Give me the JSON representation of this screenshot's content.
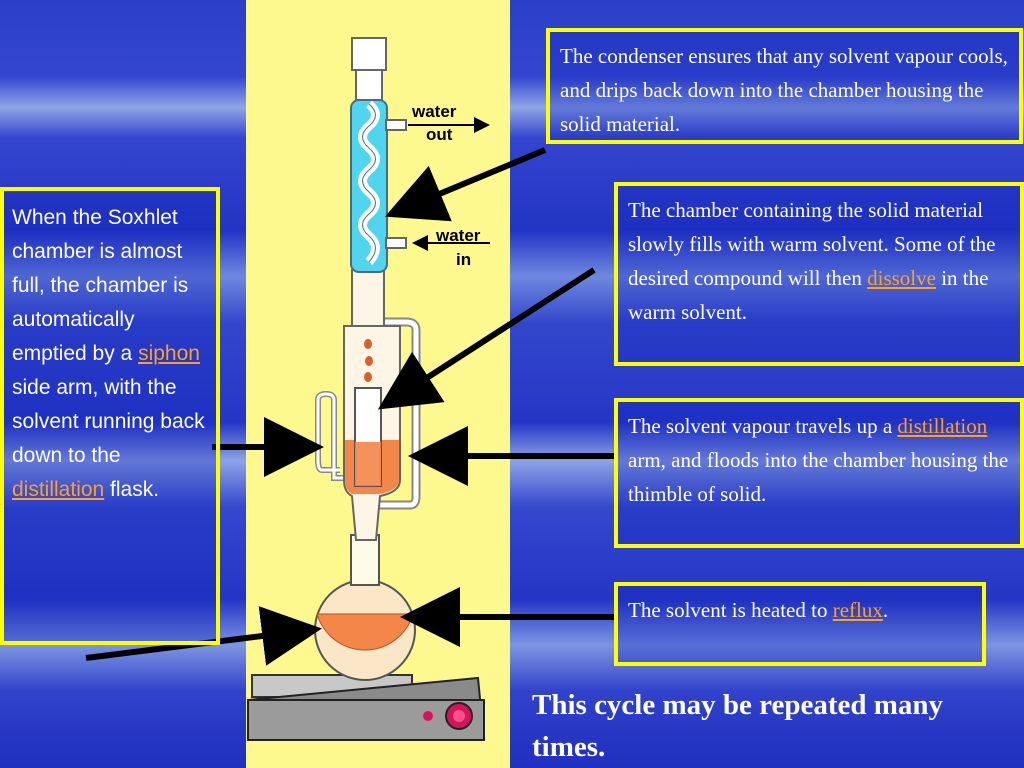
{
  "apparatus": {
    "water_out_lines": [
      "water",
      "out"
    ],
    "water_in_lines": [
      "water",
      "in"
    ]
  },
  "callouts": {
    "condenser": {
      "text": "The condenser ensures that any solvent vapour cools, and drips back down into the chamber housing the solid material."
    },
    "chamber": {
      "text_before": "The chamber containing the solid material slowly fills with warm solvent. Some of the desired compound will then ",
      "link": "dissolve",
      "text_after": " in the warm solvent."
    },
    "vapour": {
      "text_before": "The solvent vapour travels up a ",
      "link": "distillation",
      "text_after": " arm, and floods into the chamber housing the thimble of solid."
    },
    "reflux": {
      "text_before": "The solvent is heated to ",
      "link": "reflux",
      "text_after": "."
    },
    "siphon": {
      "text_before": "When the Soxhlet chamber is almost full, the chamber is automatically emptied by a ",
      "link1": "siphon",
      "text_middle": " side arm, with the solvent running back down to the ",
      "link2": "distillation",
      "text_after": " flask."
    }
  },
  "closing": {
    "text": "This cycle may be repeated many times."
  },
  "colors": {
    "box_border": "#ffff00",
    "link": "#ffa020",
    "panel": "#fdf98f",
    "solvent": "#f4864a"
  }
}
